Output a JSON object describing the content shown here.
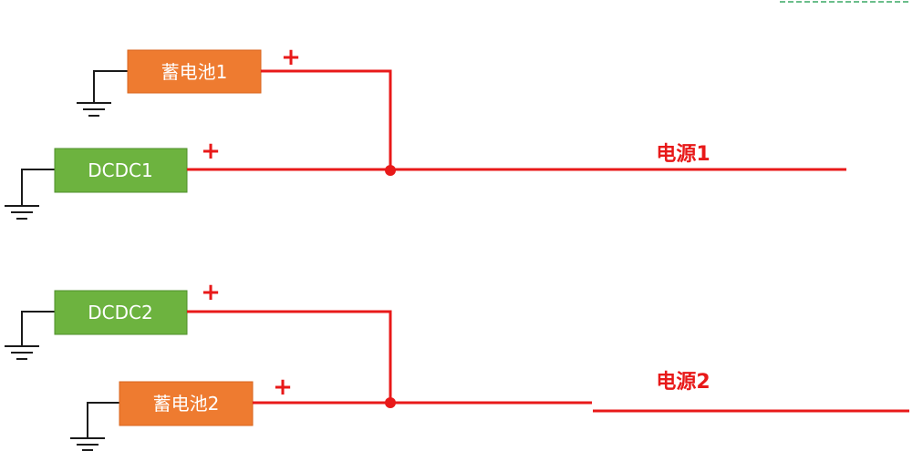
{
  "colors": {
    "wire": "#e81919",
    "ground": "#1a1a1a",
    "battery_fill": "#ee7b30",
    "battery_edge": "#d9661e",
    "dcdc_fill": "#6db33f",
    "dcdc_edge": "#4f8f2b",
    "box_text": "#ffffff",
    "label_text": "#e81919",
    "top_dash": "#3aa865"
  },
  "components": {
    "battery1": "蓄电池1",
    "dcdc1": "DCDC1",
    "dcdc2": "DCDC2",
    "battery2": "蓄电池2"
  },
  "polarity": {
    "battery1": "+",
    "dcdc1": "+",
    "dcdc2": "+",
    "battery2": "+"
  },
  "outputs": {
    "power1": "电源1",
    "power2": "电源2"
  }
}
